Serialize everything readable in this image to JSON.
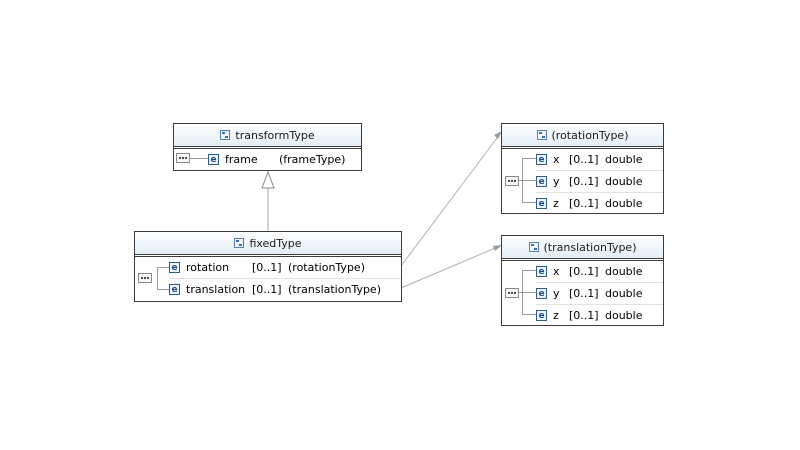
{
  "boxes": {
    "transform": {
      "title": "transformType",
      "rows": [
        {
          "name": "frame",
          "type": "(frameType)"
        }
      ]
    },
    "fixed": {
      "title": "fixedType",
      "rows": [
        {
          "name": "rotation",
          "multiplicity": "[0..1]",
          "type": "(rotationType)"
        },
        {
          "name": "translation",
          "multiplicity": "[0..1]",
          "type": "(translationType)"
        }
      ]
    },
    "rotation": {
      "title": "(rotationType)",
      "rows": [
        {
          "name": "x",
          "multiplicity": "[0..1]",
          "type": "double"
        },
        {
          "name": "y",
          "multiplicity": "[0..1]",
          "type": "double"
        },
        {
          "name": "z",
          "multiplicity": "[0..1]",
          "type": "double"
        }
      ]
    },
    "translation": {
      "title": "(translationType)",
      "rows": [
        {
          "name": "x",
          "multiplicity": "[0..1]",
          "type": "double"
        },
        {
          "name": "y",
          "multiplicity": "[0..1]",
          "type": "double"
        },
        {
          "name": "z",
          "multiplicity": "[0..1]",
          "type": "double"
        }
      ]
    }
  },
  "icons": {
    "complex_type": "complex-type-icon",
    "element": "element-icon",
    "element_glyph": "e",
    "sequence": "sequence-compositor-icon"
  },
  "colors": {
    "border": "#3c3c3c",
    "header_gradient_bottom": "#e3ecf6",
    "connector": "#aaaaaa"
  }
}
